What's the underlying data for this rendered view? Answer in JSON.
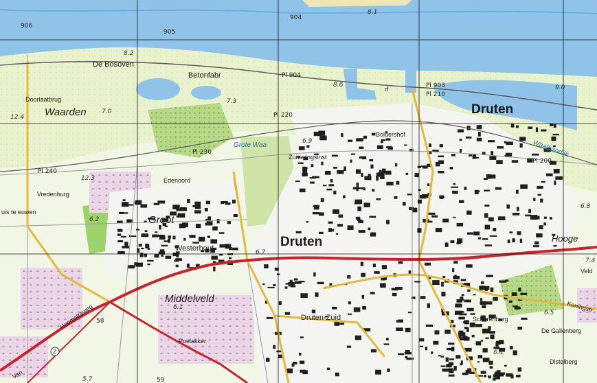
{
  "map": {
    "colors": {
      "water": "#8fc4e8",
      "water_dark": "#6aaee0",
      "meadow": "#eaf3cf",
      "field": "#f5f7ea",
      "forest": "#bcd98a",
      "forest_dark": "#7db44a",
      "orchard": "#e6d3e3",
      "built": "#f1f1f1",
      "building": "#1f1f1f",
      "road_main": "#c8232c",
      "road_secondary": "#f2c94c",
      "road_minor": "#ffffff",
      "grid": "#111111",
      "dike": "#555555"
    },
    "labels": {
      "town_north": "Druten",
      "town_center": "Druten",
      "waarden": "Waarden",
      "groot": "Groot",
      "middelveld": "Middelveld",
      "de_bosoven": "De Bosoven",
      "betonfabr": "Betonfabr",
      "doorlaatbrug": "Doorlaatbrug",
      "vredenburg": "Vredenburg",
      "edenoord": "Edenoord",
      "westerhout": "Westerhout",
      "boldershof": "Boldershof",
      "zuveringsinst": "Zuiveringsinst",
      "druten_zuid": "Druten-Zuid",
      "scharenburg": "Scharenburg",
      "de_gallenberg": "De Gallenberg",
      "distelberg": "Distelberg",
      "poelakker": "Poelakker",
      "hooge": "Hooge",
      "heemstraweg": "Heemstraweg",
      "van": "Van",
      "waalbandijk": "Waalbandijk",
      "koningstr": "Koningstr",
      "veld": "Veld",
      "huis_te_neuwen": "uis te\neuwen",
      "grote_waay": "Grote Waa",
      "werf": "rf",
      "hm_906": "906",
      "hm_905": "905",
      "hm_904": "904",
      "pl_904": "Pl 904",
      "pl_903": "Pl 903",
      "pl_220": "Pl 220",
      "pl_210": "Pl 210",
      "pl_230": "Pl 230",
      "pl_240": "Pl 240",
      "pl_200": "Pl 200",
      "h_8_1": "8.1",
      "h_8_2": "8.2",
      "h_8_6": "8.6",
      "h_9_0": "9.0",
      "h_7_3": "7.3",
      "h_7_0": "7.0",
      "h_12_4": "12.4",
      "h_12_3": "12.3",
      "h_6_9": "6.9",
      "h_6_2": "6.2",
      "h_6_8": "6.8",
      "h_6_7": "6.7",
      "h_6_5": "6.5",
      "h_6_4": "6.4",
      "h_6_1": "6.1",
      "h_7_4": "7.4",
      "h_5_7": "5.7",
      "h_58": "58",
      "h_59": "59",
      "route_2": "2"
    }
  }
}
